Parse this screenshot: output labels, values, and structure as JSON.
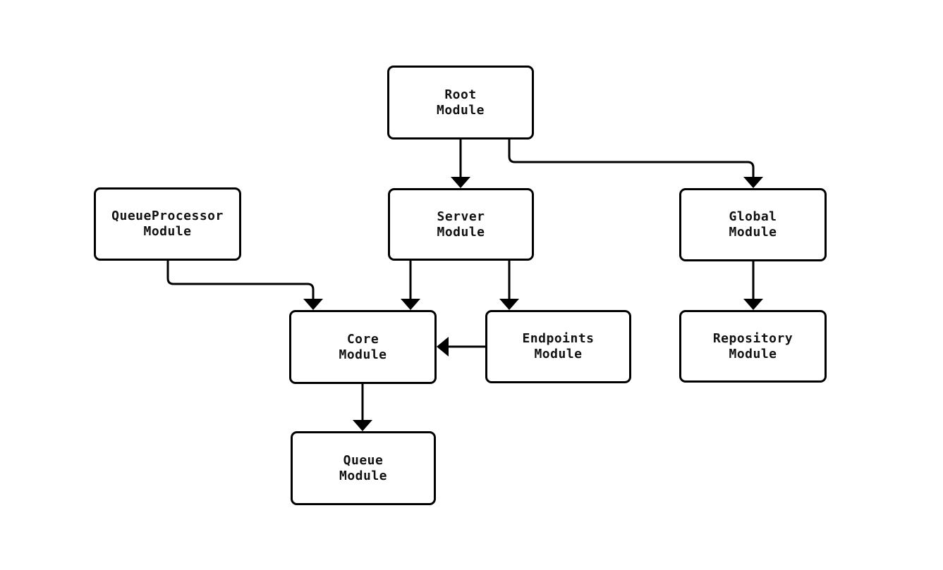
{
  "diagram": {
    "background_color": "#ffffff",
    "stroke_color": "#000000",
    "node_fill_color": "#ffffff",
    "text_color": "#111111",
    "nodes": [
      {
        "id": "root",
        "label": "Root\nModule"
      },
      {
        "id": "queueprocessor",
        "label": "QueueProcessor\nModule"
      },
      {
        "id": "server",
        "label": "Server\nModule"
      },
      {
        "id": "global",
        "label": "Global\nModule"
      },
      {
        "id": "core",
        "label": "Core\nModule"
      },
      {
        "id": "endpoints",
        "label": "Endpoints\nModule"
      },
      {
        "id": "repository",
        "label": "Repository\nModule"
      },
      {
        "id": "queue",
        "label": "Queue\nModule"
      }
    ],
    "edges": [
      {
        "from": "Root Module",
        "to": "Server Module"
      },
      {
        "from": "Root Module",
        "to": "Global Module"
      },
      {
        "from": "QueueProcessor Module",
        "to": "Core Module"
      },
      {
        "from": "Server Module",
        "to": "Core Module"
      },
      {
        "from": "Server Module",
        "to": "Endpoints Module"
      },
      {
        "from": "Endpoints Module",
        "to": "Core Module"
      },
      {
        "from": "Global Module",
        "to": "Repository Module"
      },
      {
        "from": "Core Module",
        "to": "Queue Module"
      }
    ]
  }
}
